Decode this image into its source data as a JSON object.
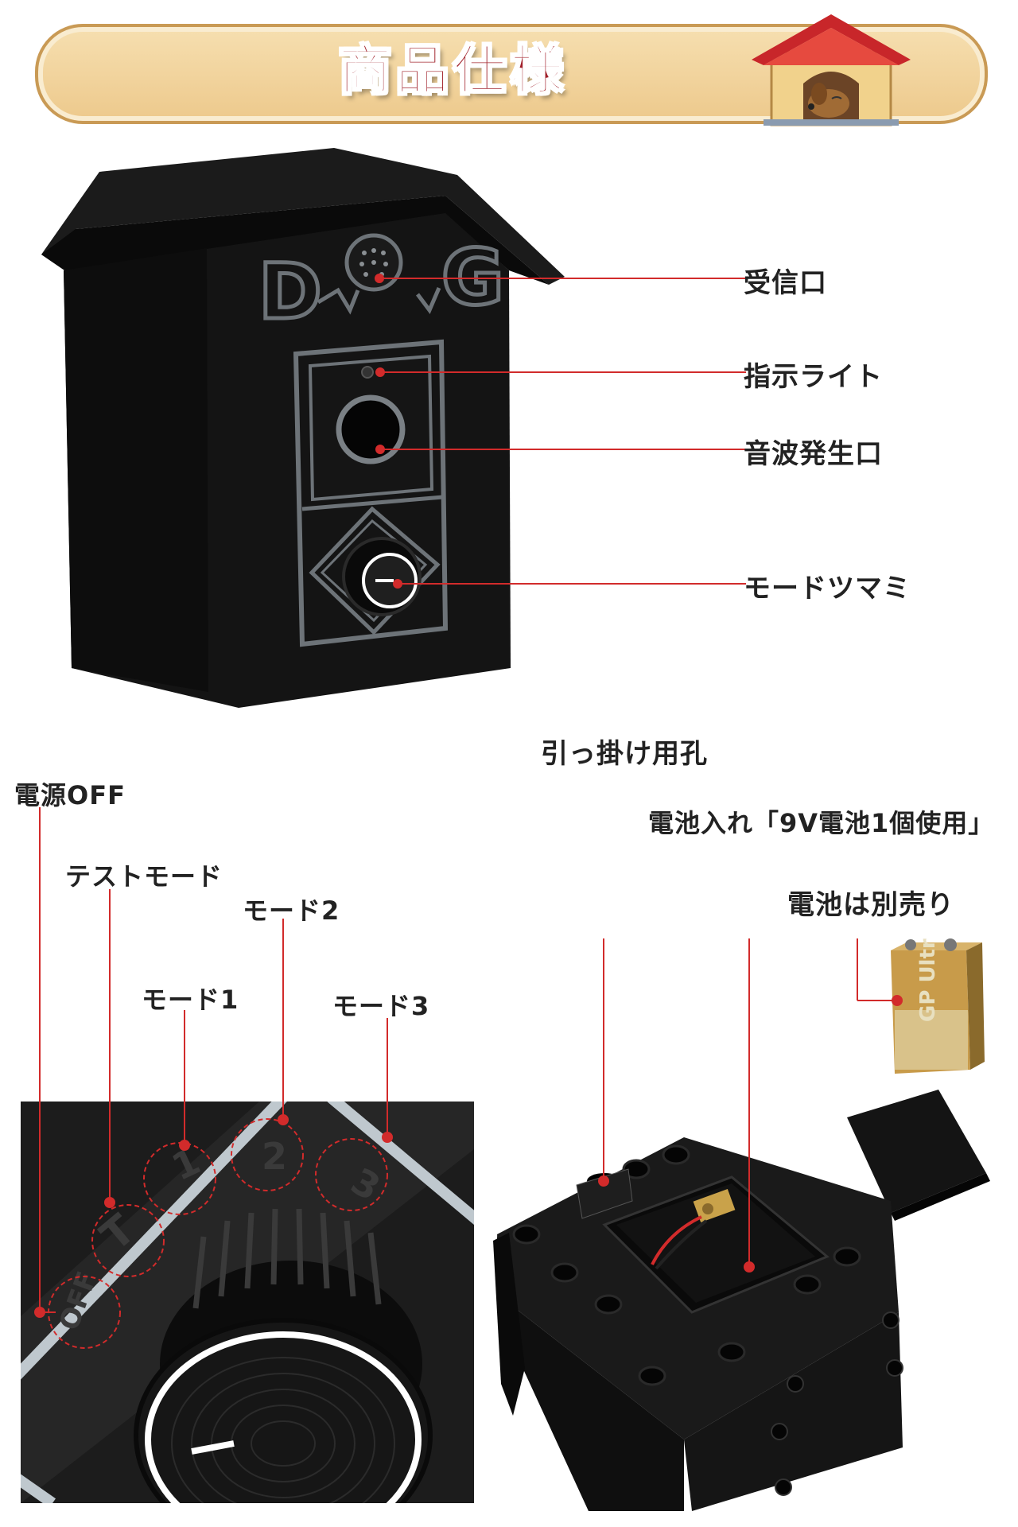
{
  "banner": {
    "title": "商品仕様"
  },
  "top_callouts": [
    "受信口",
    "指示ライト",
    "音波発生口",
    "モードツマミ"
  ],
  "device_letters": {
    "d": "D",
    "g": "G"
  },
  "dial_callouts": {
    "power_off": "電源OFF",
    "test_mode": "テストモード",
    "mode1": "モード1",
    "mode2": "モード2",
    "mode3": "モード3"
  },
  "dial_marks": {
    "off": "OFF",
    "t": "T",
    "m1": "1",
    "m2": "2",
    "m3": "3"
  },
  "back_callouts": {
    "hook_hole": "引っ掛け用孔",
    "battery_slot": "電池入れ「9V電池1個使用」",
    "battery_note": "電池は別売り"
  },
  "battery_label": "GP Ultra",
  "colors": {
    "leader": "#d22b2b",
    "device": "#111111",
    "banner_text": "#a0202a"
  }
}
